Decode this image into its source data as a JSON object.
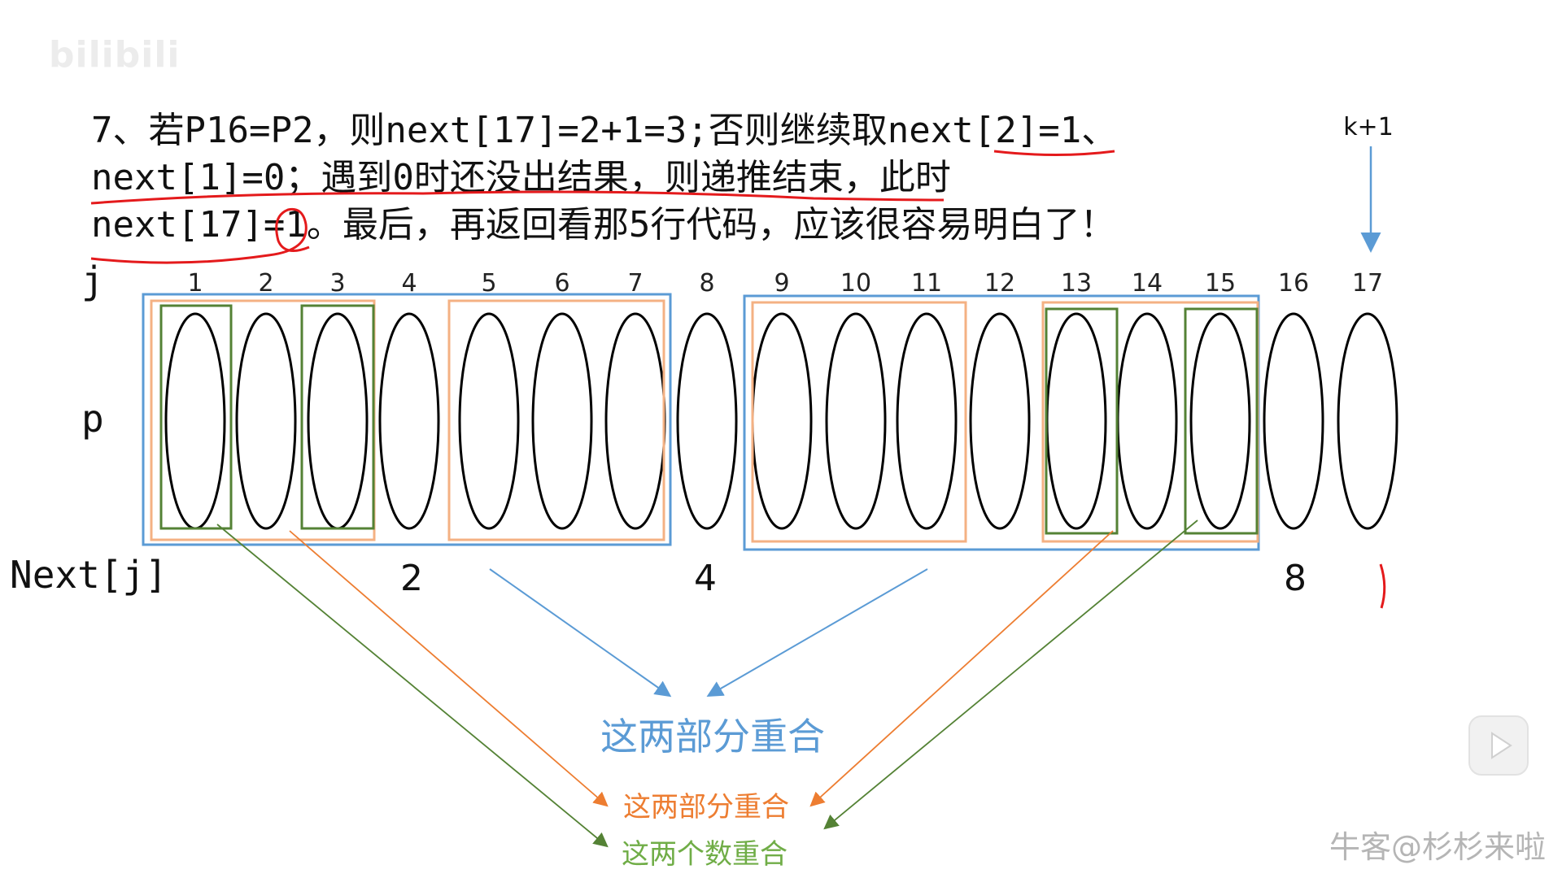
{
  "watermark_top": "bilibili",
  "explanation": {
    "line1": "7、若P16=P2，则next[17]=2+1=3;否则继续取next[2]=1、",
    "line2": "next[1]=0；遇到0时还没出结果，则递推结束，此时",
    "line3": "next[17]=1。最后，再返回看那5行代码，应该很容易明白了！"
  },
  "annotation_k1": "k+1",
  "row_labels": {
    "j": "j",
    "p": "p",
    "next": "Next[j]"
  },
  "j_values": [
    "1",
    "2",
    "3",
    "4",
    "5",
    "6",
    "7",
    "8",
    "9",
    "10",
    "11",
    "12",
    "13",
    "14",
    "15",
    "16",
    "17"
  ],
  "next_values": [
    "2",
    "4",
    "8"
  ],
  "captions": {
    "blue": "这两部分重合",
    "orange": "这两部分重合",
    "green": "这两个数重合"
  },
  "colors": {
    "blue": "#5b9bd5",
    "orange": "#f4b183",
    "orange_text": "#ed7d31",
    "green": "#548235",
    "green_text": "#70ad47",
    "red": "#e41a1c"
  },
  "bottom_watermark": "牛客@杉杉来啦"
}
